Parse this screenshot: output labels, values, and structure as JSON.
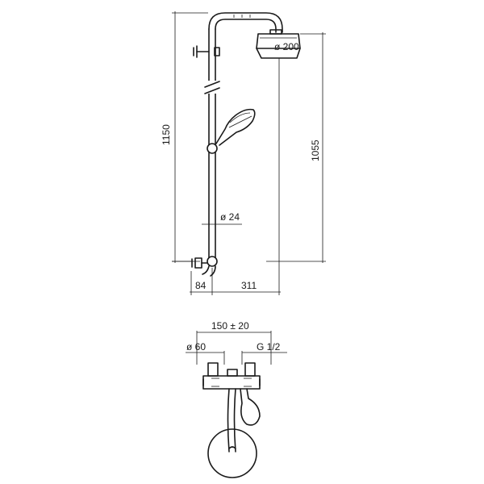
{
  "dimensions": {
    "overall_height": "1150",
    "head_height": "1055",
    "head_diameter": "ø 200",
    "pipe_diameter": "ø 24",
    "wall_offset": "84",
    "arm_reach": "311",
    "centres": "150 ± 20",
    "flange_diameter": "ø 60",
    "thread": "G 1/2"
  }
}
